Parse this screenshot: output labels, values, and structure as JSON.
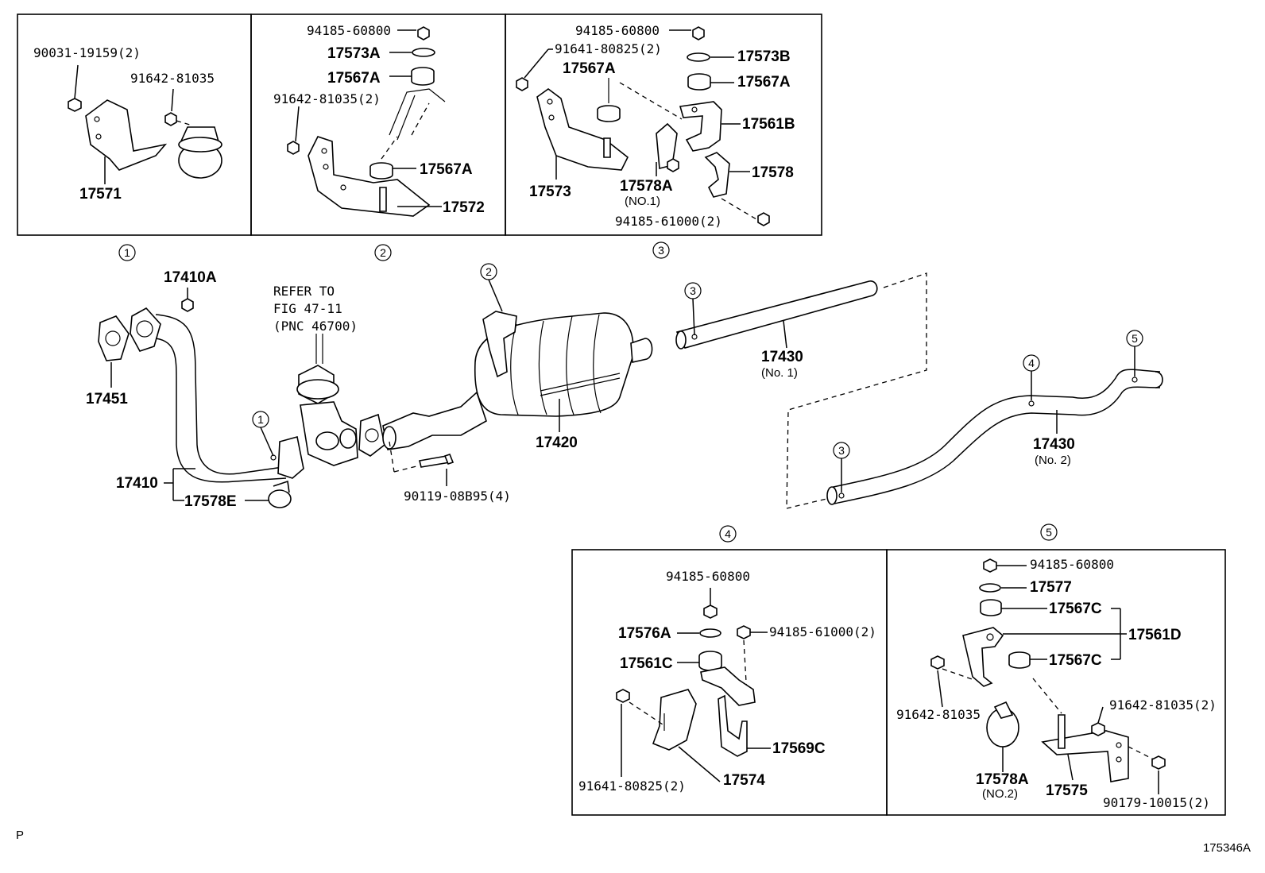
{
  "labels": {
    "p_90031": "90031-19159(2)",
    "p_91642_a": "91642-81035",
    "p_17571": "17571",
    "p_94185_60800_b2": "94185-60800",
    "p_17573A": "17573A",
    "p_17567A_b2_top": "17567A",
    "p_91642_b2": "91642-81035(2)",
    "p_17567A_b2": "17567A",
    "p_17572": "17572",
    "p_94185_60800_b3": "94185-60800",
    "p_91641_b3": "91641-80825(2)",
    "p_17567A_b3_left": "17567A",
    "p_17573B": "17573B",
    "p_17567A_b3_right": "17567A",
    "p_17561B": "17561B",
    "p_17578": "17578",
    "p_17573": "17573",
    "p_17578A_no1": "17578A",
    "p_no1_note": "(NO.1)",
    "p_94185_61000_b3": "94185-61000(2)",
    "p_17410A": "17410A",
    "refer_1": "REFER TO",
    "refer_2": "FIG 47-11",
    "refer_3": "(PNC 46700)",
    "p_17451": "17451",
    "p_17410": "17410",
    "p_17578E": "17578E",
    "p_90119": "90119-08B95(4)",
    "p_17420": "17420",
    "p_17430_1": "17430",
    "p_no_1": "(No. 1)",
    "p_17430_2": "17430",
    "p_no_2": "(No. 2)",
    "p_94185_60800_b4": "94185-60800",
    "p_17576A": "17576A",
    "p_94185_61000_b4": "94185-61000(2)",
    "p_17561C": "17561C",
    "p_17569C": "17569C",
    "p_91641_b4": "91641-80825(2)",
    "p_17574": "17574",
    "p_94185_60800_b5": "94185-60800",
    "p_17577": "17577",
    "p_17567C_a": "17567C",
    "p_17561D": "17561D",
    "p_17567C_b": "17567C",
    "p_91642_b5_left": "91642-81035",
    "p_91642_b5_right": "91642-81035(2)",
    "p_17578A_no2": "17578A",
    "p_no2_note": "(NO.2)",
    "p_17575": "17575",
    "p_90179": "90179-10015(2)"
  },
  "callouts": {
    "c1_under": "1",
    "c2_under": "2",
    "c3_under": "3",
    "c1_pipe": "1",
    "c2_muffler": "2",
    "c3_pipe1": "3",
    "c3_pipe2": "3",
    "c4_pipe2": "4",
    "c5_pipe2": "5",
    "c4_box": "4",
    "c5_box": "5"
  },
  "footer": {
    "left_mark": "P",
    "figure_id": "175346A"
  }
}
